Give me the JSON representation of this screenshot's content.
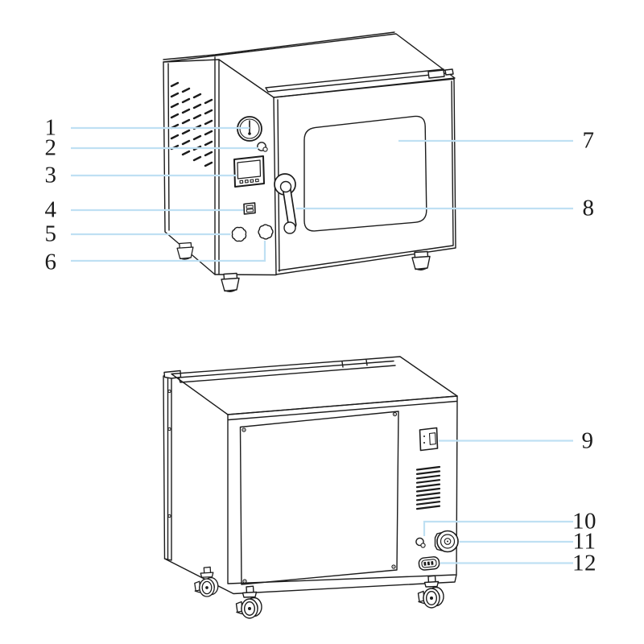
{
  "colors": {
    "leader_line": "#bfe0f3",
    "line_art": "#1c1c1c",
    "background": "#ffffff"
  },
  "callouts": {
    "front_view": [
      "1",
      "2",
      "3",
      "4",
      "5",
      "6",
      "7",
      "8"
    ],
    "rear_view": [
      "9",
      "10",
      "11",
      "12"
    ]
  }
}
